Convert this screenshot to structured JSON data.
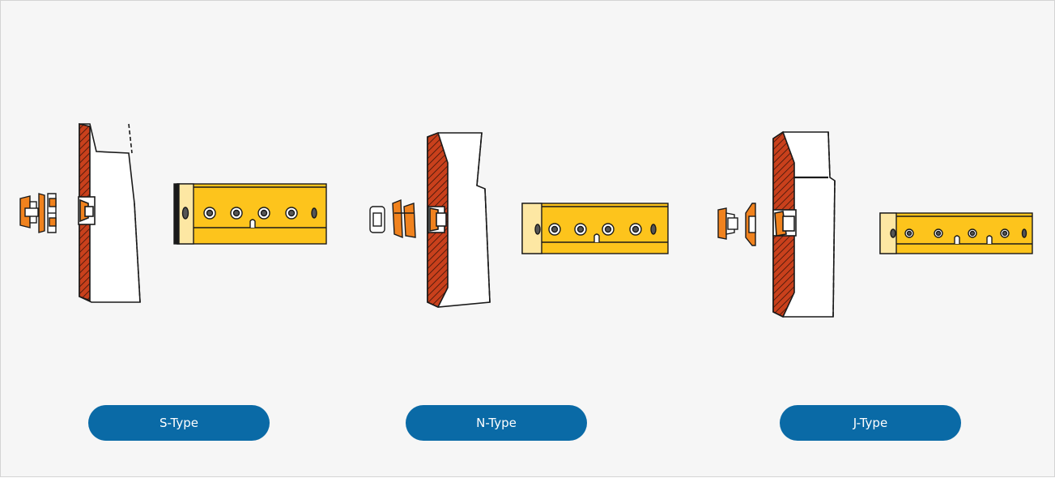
{
  "types": [
    {
      "id": "s",
      "label": "S-Type"
    },
    {
      "id": "n",
      "label": "N-Type"
    },
    {
      "id": "j",
      "label": "J-Type"
    }
  ],
  "colors": {
    "background": "#f6f6f6",
    "button": "#0a6aa6",
    "button_text": "#ffffff",
    "section_hatch": "#c9401c",
    "insert_orange": "#f0821e",
    "blade_yellow": "#fdc41c",
    "outline": "#1a1a1a"
  }
}
